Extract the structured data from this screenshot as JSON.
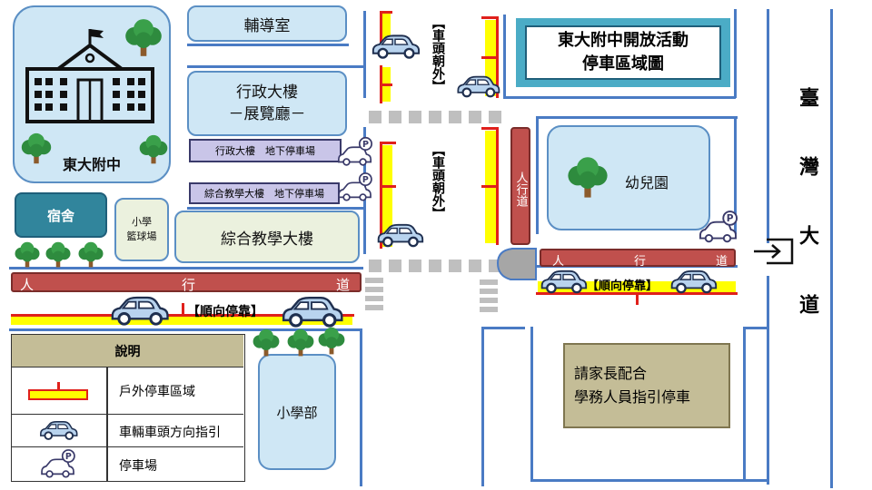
{
  "title": {
    "line1": "東大附中開放活動",
    "line2": "停車區域圖"
  },
  "buildings": {
    "school": "東大附中",
    "counseling": "輔導室",
    "admin_line1": "行政大樓",
    "admin_line2": "－展覽廳－",
    "admin_parking": "行政大樓　地下停車場",
    "teaching_parking": "綜合教學大樓　地下停車場",
    "dorm": "宿舍",
    "court_line1": "小學",
    "court_line2": "籃球場",
    "teaching": "綜合教學大樓",
    "kindergarten": "幼兒園",
    "elementary": "小學部"
  },
  "labels": {
    "head_out_top": "【車頭朝外】",
    "head_out_mid": "【車頭朝外】",
    "walkway_vertical": "人行道",
    "walkway_left": [
      "人",
      "行",
      "道"
    ],
    "walkway_right": [
      "人",
      "行",
      "道"
    ],
    "along_right": "【順向停靠】",
    "along_left": "【順向停靠】",
    "road": "臺灣大道",
    "guide_line1": "請家長配合",
    "guide_line2": "學務人員指引停車"
  },
  "legend": {
    "header": "說明",
    "rows": [
      {
        "icon": "parking-zone-icon",
        "text": "戶外停車區域"
      },
      {
        "icon": "car-icon",
        "text": "車輛車頭方向指引"
      },
      {
        "icon": "parking-lot-icon",
        "text": "停車場"
      }
    ]
  },
  "colors": {
    "building_fill": "#cfe7f5",
    "building_border": "#5b8fc4",
    "parking_zone": "#ffff00",
    "parking_border": "#e0201b",
    "walkway": "#c0504d",
    "guide_box": "#c4bd97",
    "road_lines": "#4a7bc4",
    "title_box": "#4bacc6"
  }
}
